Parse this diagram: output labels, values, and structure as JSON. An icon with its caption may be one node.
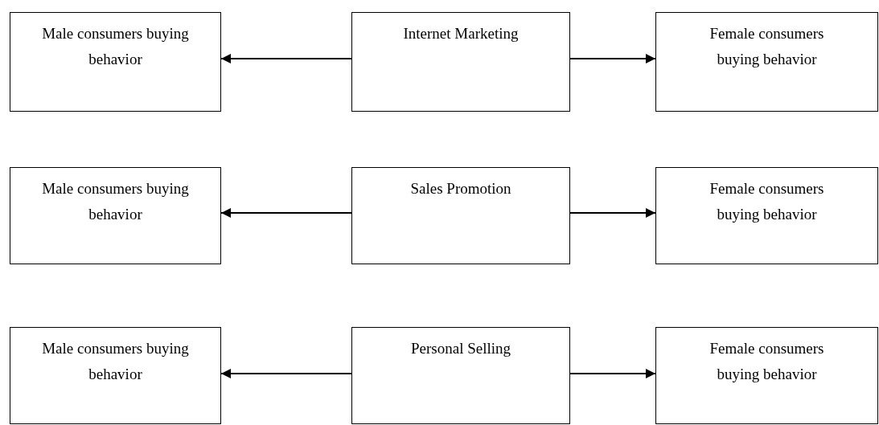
{
  "diagram": {
    "nodes": [
      {
        "text": [
          "Male consumers buying behavior"
        ]
      },
      {
        "text": [
          "Internet Marketing"
        ]
      },
      {
        "text": [
          "Female consumers buying behavior"
        ]
      },
      {
        "text": [
          "Male consumers buying behavior"
        ]
      },
      {
        "text": [
          "Sales Promotion"
        ]
      },
      {
        "text": [
          "Female consumers buying behavior"
        ]
      },
      {
        "text": [
          "Male consumers buying behavior"
        ]
      },
      {
        "text": [
          "Personal Selling"
        ]
      },
      {
        "text": [
          "Female consumers buying behavior"
        ]
      }
    ],
    "edges": [
      {
        "from": 1,
        "to": 0,
        "arrow": "to"
      },
      {
        "from": 1,
        "to": 2,
        "arrow": "to"
      },
      {
        "from": 4,
        "to": 3,
        "arrow": "to"
      },
      {
        "from": 4,
        "to": 5,
        "arrow": "to"
      },
      {
        "from": 7,
        "to": 6,
        "arrow": "to"
      },
      {
        "from": 7,
        "to": 8,
        "arrow": "to"
      }
    ]
  }
}
